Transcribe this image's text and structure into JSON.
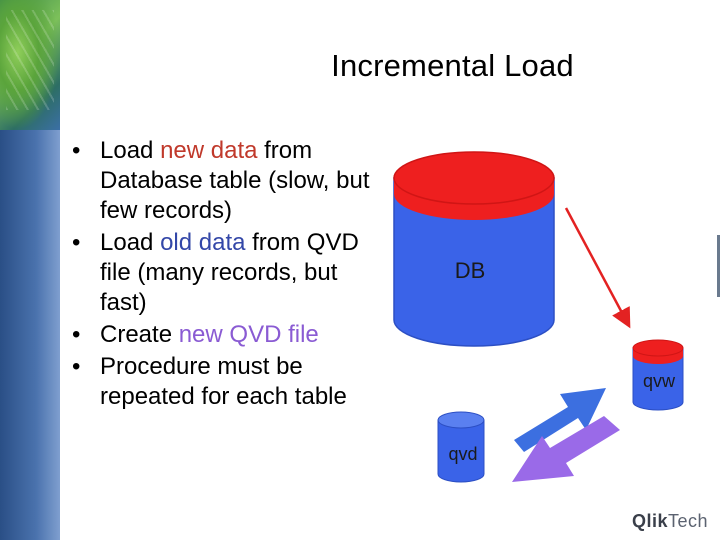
{
  "slide": {
    "title": "Incremental Load",
    "bullets": [
      {
        "parts": [
          "Load ",
          "new data",
          " from Database table (slow, but few records)"
        ]
      },
      {
        "parts": [
          "Load ",
          "old data",
          " from QVD file (many records, but fast)"
        ]
      },
      {
        "parts": [
          "Create ",
          "new QVD file"
        ]
      },
      {
        "parts": [
          "Procedure must be repeated for each table"
        ]
      }
    ]
  },
  "diagram": {
    "db_label": "DB",
    "qvw_label": "qvw",
    "qvd_label": "qvd",
    "colors": {
      "cylinder_blue": "#3a63e8",
      "cylinder_top_red": "#ee1f1f",
      "arrow_red": "#e32222",
      "arrow_blue": "#3c6fe0",
      "arrow_purple": "#9a6ae8"
    }
  },
  "logo": {
    "bold": "Qlik",
    "rest": "Tech"
  }
}
